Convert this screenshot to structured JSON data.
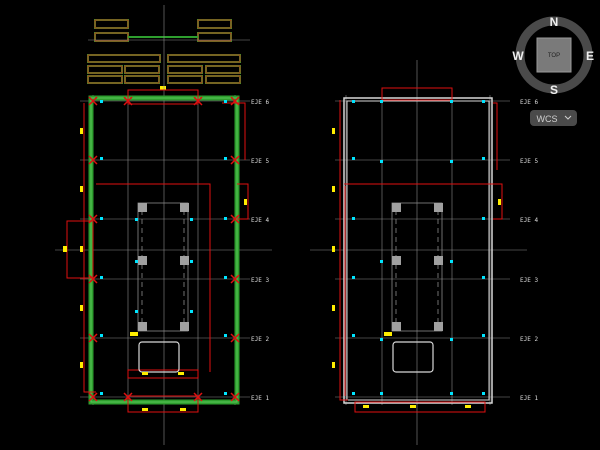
{
  "viewcube": {
    "north": "N",
    "south": "S",
    "east": "E",
    "west": "W",
    "face": "TOP",
    "wcs_label": "WCS"
  },
  "left_plan": {
    "axis_labels": [
      "EJE 6",
      "EJE 5",
      "EJE 4",
      "EJE 3",
      "EJE 2",
      "EJE 1"
    ]
  },
  "right_plan": {
    "axis_labels": [
      "EJE 6",
      "EJE 5",
      "EJE 4",
      "EJE 3",
      "EJE 2",
      "EJE 1"
    ]
  },
  "colors": {
    "background": "#000000",
    "wall_green": "#2e9e2e",
    "wall_highlight": "#5ac85a",
    "dim_red": "#e01010",
    "grid_gray": "#8a8a8a",
    "marker_yellow": "#ffee00",
    "marker_cyan": "#00e5ff",
    "column_gray": "#a0a0a0",
    "wall_white": "#d8d8d8"
  }
}
